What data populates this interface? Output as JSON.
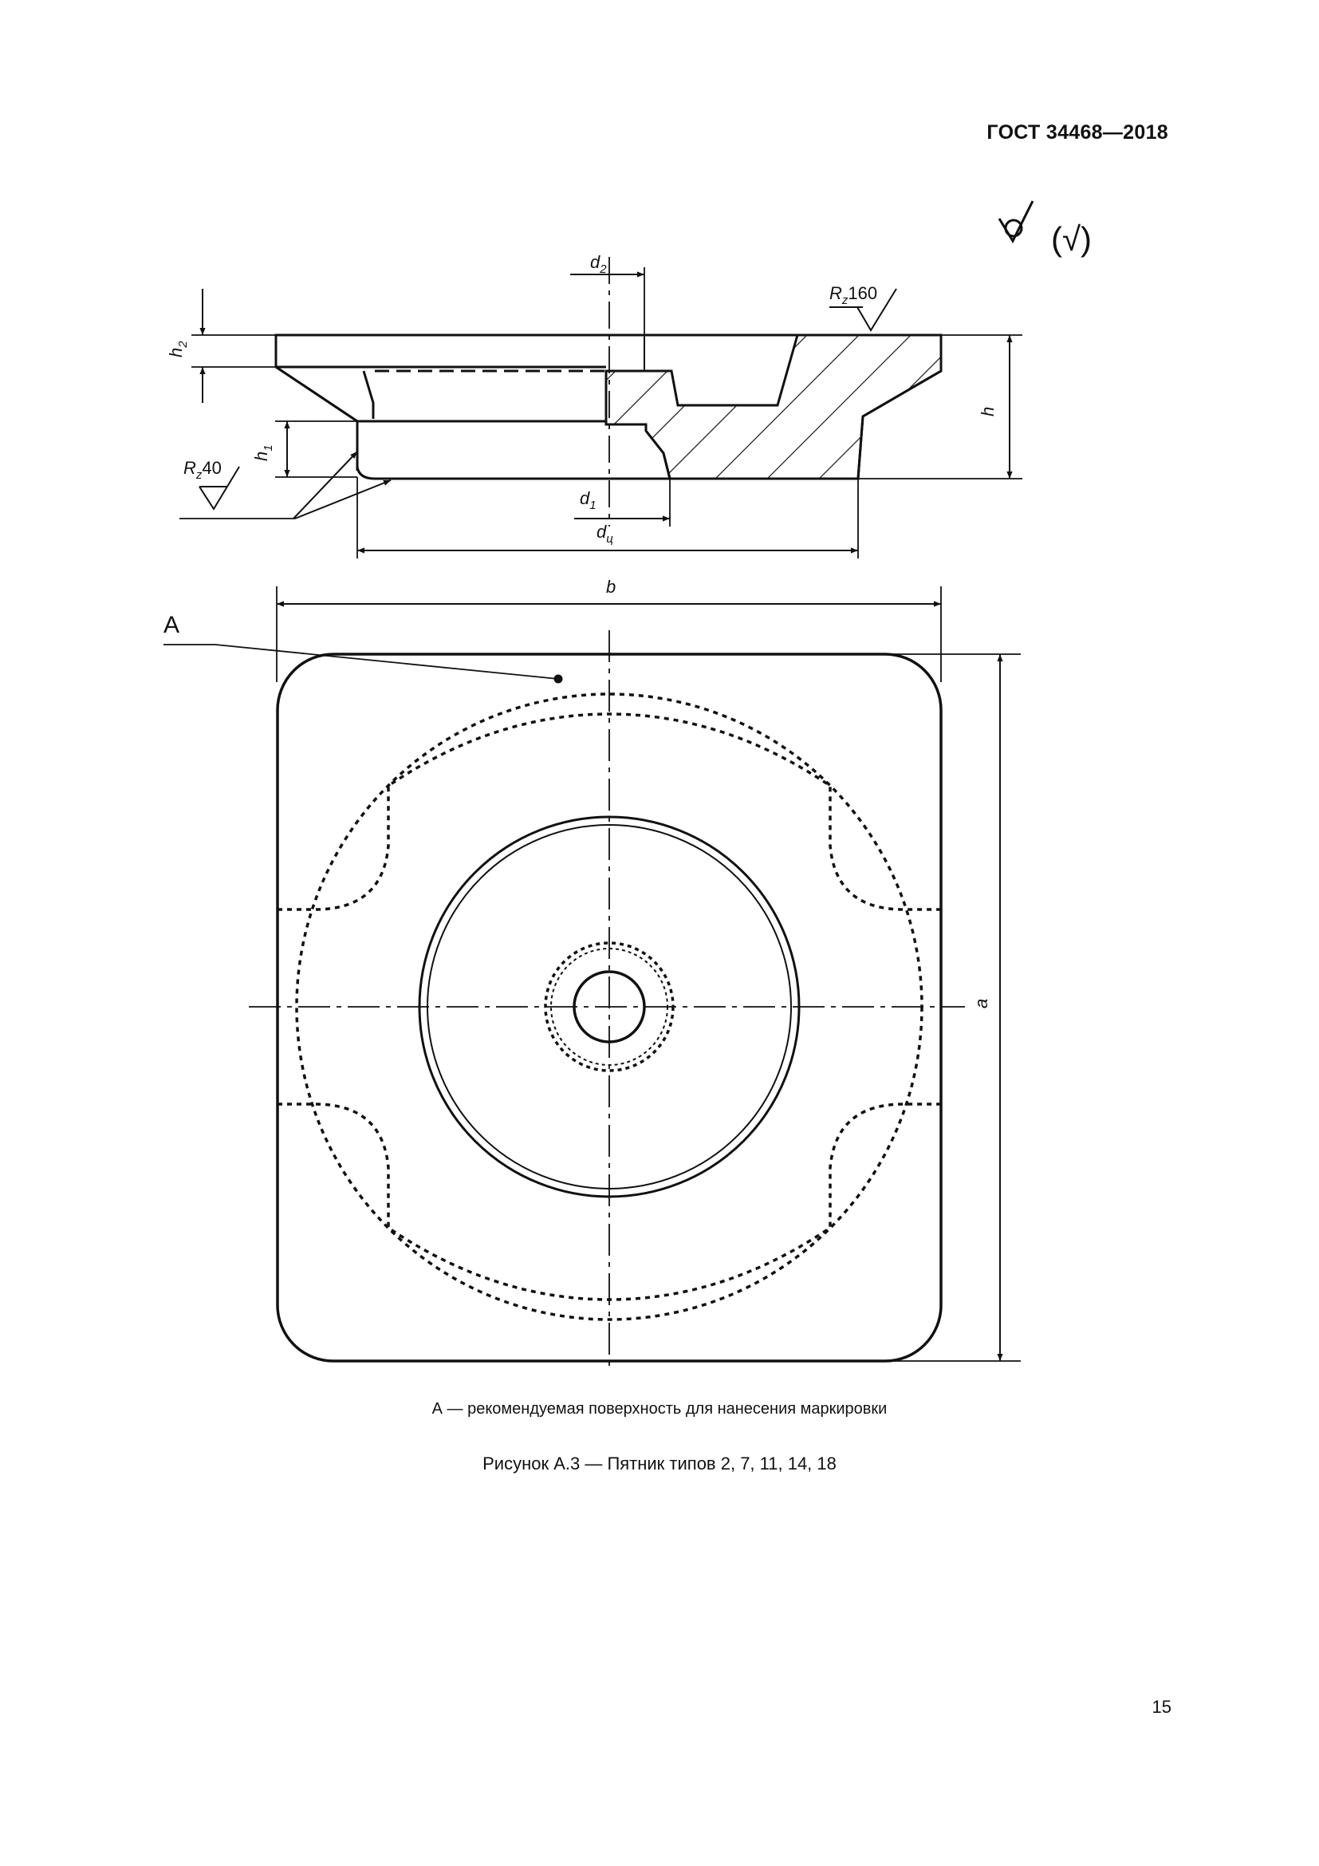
{
  "header": {
    "standard": "ГОСТ 34468—2018"
  },
  "roughness_symbol": {
    "bracket": "(√)"
  },
  "figure": {
    "section_labels": {
      "d2_main": "d",
      "d2_sub": "2",
      "rz160_main": "R",
      "rz160_sub": "z",
      "rz160_val": "160",
      "h2_main": "h",
      "h2_sub": "2",
      "h1_main": "h",
      "h1_sub": "1",
      "h": "h",
      "rz40_main": "R",
      "rz40_sub": "z",
      "rz40_val": "40",
      "d1_main": "d",
      "d1_sub": "1",
      "dc_main": "d",
      "dc_sub": "ц"
    },
    "plan_labels": {
      "b": "b",
      "a": "a",
      "A": "A"
    }
  },
  "legend": "А — рекомендуемая поверхность для нанесения маркировки",
  "caption": "Рисунок А.3 — Пятник типов 2, 7, 11, 14, 18",
  "page_number": "15"
}
